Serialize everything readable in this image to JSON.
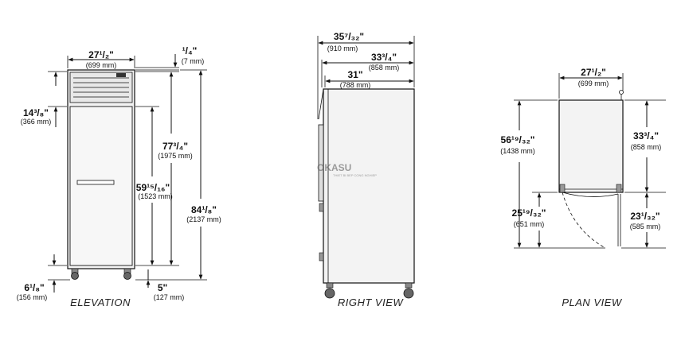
{
  "views": {
    "elevation": {
      "label": "ELEVATION",
      "width": {
        "main": "27¹/₂\"",
        "sub": "(699 mm)"
      },
      "top_gap": {
        "main": "¹/₄\"",
        "sub": "(7 mm)"
      },
      "upper_panel": {
        "main": "14³/₈\"",
        "sub": "(366 mm)"
      },
      "cabinet_height": {
        "main": "77³/₄\"",
        "sub": "(1975 mm)"
      },
      "door_height": {
        "main": "59¹⁵/₁₆\"",
        "sub": "(1523 mm)"
      },
      "overall_height": {
        "main": "84¹/₈\"",
        "sub": "(2137 mm)"
      },
      "caster_height": {
        "main": "6¹/₈\"",
        "sub": "(156 mm)"
      },
      "bottom_gap": {
        "main": "5\"",
        "sub": "(127 mm)"
      }
    },
    "right_view": {
      "label": "RIGHT VIEW",
      "depth_overall": {
        "main": "35⁷/₃₂\"",
        "sub": "(910 mm)"
      },
      "depth_handle": {
        "main": "33³/₄\"",
        "sub": "(858 mm)"
      },
      "depth_body": {
        "main": "31\"",
        "sub": "(788 mm)"
      },
      "watermark": "OKASU",
      "watermark_sub": "THIET BI BEP CONG NGHIEP"
    },
    "plan_view": {
      "label": "PLAN VIEW",
      "width": {
        "main": "27¹/₂\"",
        "sub": "(699 mm)"
      },
      "total_depth": {
        "main": "56¹⁹/₃₂\"",
        "sub": "(1438 mm)"
      },
      "body_depth": {
        "main": "33³/₄\"",
        "sub": "(858 mm)"
      },
      "door_swing_left": {
        "main": "25¹⁹/₃₂\"",
        "sub": "(651 mm)"
      },
      "door_swing_right": {
        "main": "23¹/₃₂\"",
        "sub": "(585 mm)"
      }
    }
  }
}
